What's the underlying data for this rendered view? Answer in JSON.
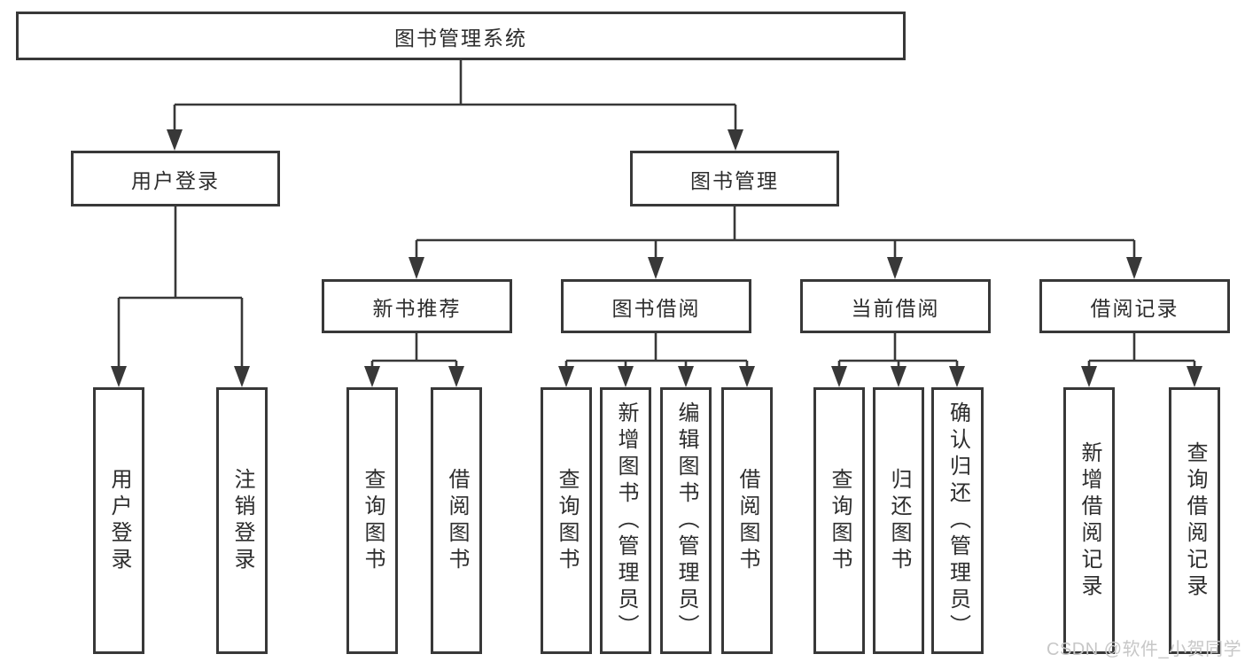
{
  "diagram": {
    "root": {
      "label": "图书管理系统"
    },
    "branches": [
      {
        "label": "用户登录",
        "children": [
          {
            "label": "用户登录"
          },
          {
            "label": "注销登录"
          }
        ]
      },
      {
        "label": "图书管理",
        "children": [
          {
            "label": "新书推荐",
            "children": [
              {
                "label": "查询图书"
              },
              {
                "label": "借阅图书"
              }
            ]
          },
          {
            "label": "图书借阅",
            "children": [
              {
                "label": "查询图书"
              },
              {
                "label": "新增图书（管理员）"
              },
              {
                "label": "编辑图书（管理员）"
              },
              {
                "label": "借阅图书"
              }
            ]
          },
          {
            "label": "当前借阅",
            "children": [
              {
                "label": "查询图书"
              },
              {
                "label": "归还图书"
              },
              {
                "label": "确认归还（管理员）"
              }
            ]
          },
          {
            "label": "借阅记录",
            "children": [
              {
                "label": "新增借阅记录"
              },
              {
                "label": "查询借阅记录"
              }
            ]
          }
        ]
      }
    ],
    "watermark": "CSDN @软件_小贺同学",
    "colors": {
      "line": "#383838",
      "box_border": "#383838",
      "text": "#2d2d2d",
      "watermark": "#c7c7c7",
      "background": "#ffffff"
    }
  }
}
